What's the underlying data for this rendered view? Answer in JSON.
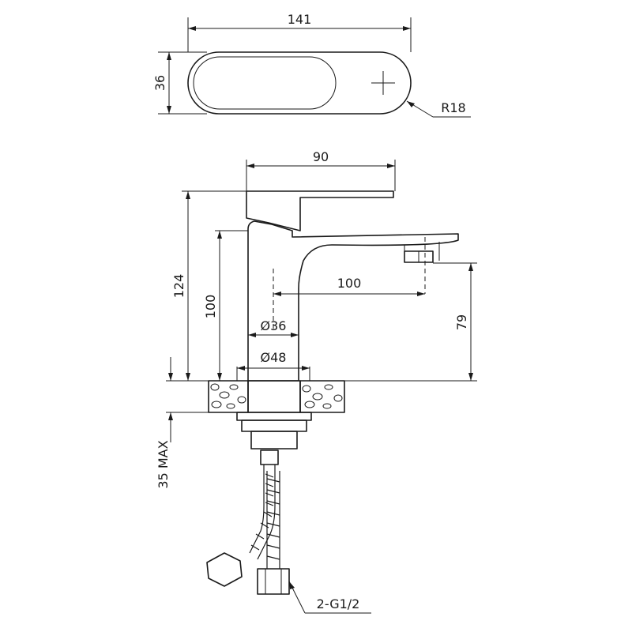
{
  "dimensions": {
    "top_width": "141",
    "top_depth": "36",
    "radius": "R18",
    "spout_length": "90",
    "total_height": "124",
    "body_height": "100",
    "spout_reach": "100",
    "outlet_height": "79",
    "body_diameter": "Ø36",
    "base_diameter": "Ø48",
    "max_thickness": "35 MAX",
    "connection": "2-G1/2"
  },
  "colors": {
    "line": "#1a1a1a",
    "background": "#ffffff"
  }
}
